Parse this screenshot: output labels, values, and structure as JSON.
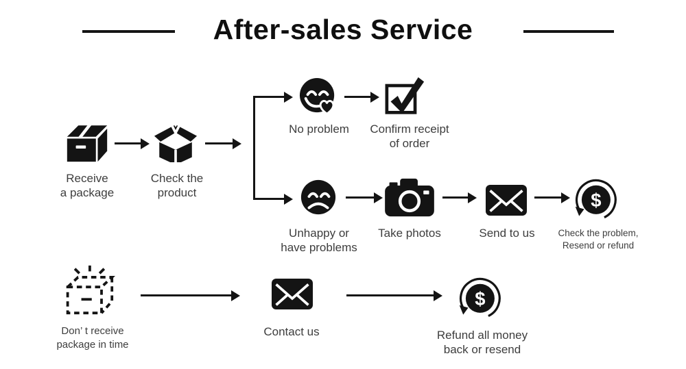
{
  "title": {
    "text": "After-sales Service"
  },
  "colors": {
    "ink": "#141414",
    "label": "#3d3d3d",
    "background": "#ffffff"
  },
  "main_flow": {
    "receive": {
      "icon": "package-box-icon",
      "label": "Receive\na package"
    },
    "check": {
      "icon": "open-box-icon",
      "label": "Check the\nproduct"
    },
    "top_branch": {
      "no_problem": {
        "icon": "smiling-face-heart-icon",
        "label": "No problem"
      },
      "confirm": {
        "icon": "checked-checkbox-icon",
        "label": "Confirm receipt\nof order"
      }
    },
    "bottom_branch": {
      "unhappy": {
        "icon": "sad-face-icon",
        "label": "Unhappy or\nhave problems"
      },
      "take_photos": {
        "icon": "camera-icon",
        "label": "Take photos"
      },
      "send_to_us": {
        "icon": "envelope-icon",
        "label": "Send to us"
      },
      "resolution": {
        "icon": "money-refresh-icon",
        "label": "Check the problem,\nResend or refund"
      }
    }
  },
  "secondary_flow": {
    "not_received": {
      "icon": "dashed-package-icon",
      "label": "Don’ t receive\npackage in time"
    },
    "contact_us": {
      "icon": "envelope-icon",
      "label": "Contact us"
    },
    "refund": {
      "icon": "money-refresh-icon",
      "label": "Refund all money\nback or resend"
    }
  }
}
